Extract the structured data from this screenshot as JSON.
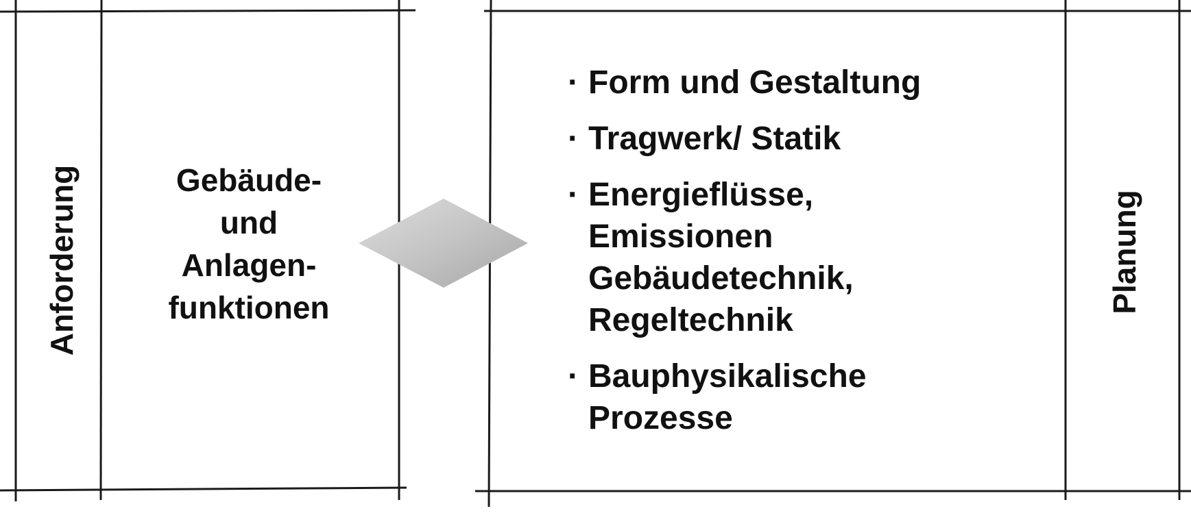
{
  "left_panel": {
    "side_label": "Anforderung",
    "content_lines": [
      "Gebäude-",
      "und",
      "Anlagen-",
      "funktionen"
    ]
  },
  "right_panel": {
    "side_label": "Planung",
    "bullets": [
      {
        "lines": [
          "Form und Gestaltung"
        ]
      },
      {
        "lines": [
          "Tragwerk/ Statik"
        ]
      },
      {
        "lines": [
          "Energieflüsse,",
          "Emissionen",
          "Gebäudetechnik,",
          "Regeltechnik"
        ]
      },
      {
        "lines": [
          "Bauphysikalische",
          "Prozesse"
        ]
      }
    ]
  },
  "connector": {
    "shape": "diamond",
    "fill_light": "#d4d4d4",
    "fill_dark": "#a8a8a8"
  },
  "colors": {
    "line": "#1a1a1a",
    "text": "#111111",
    "background": "#ffffff"
  }
}
